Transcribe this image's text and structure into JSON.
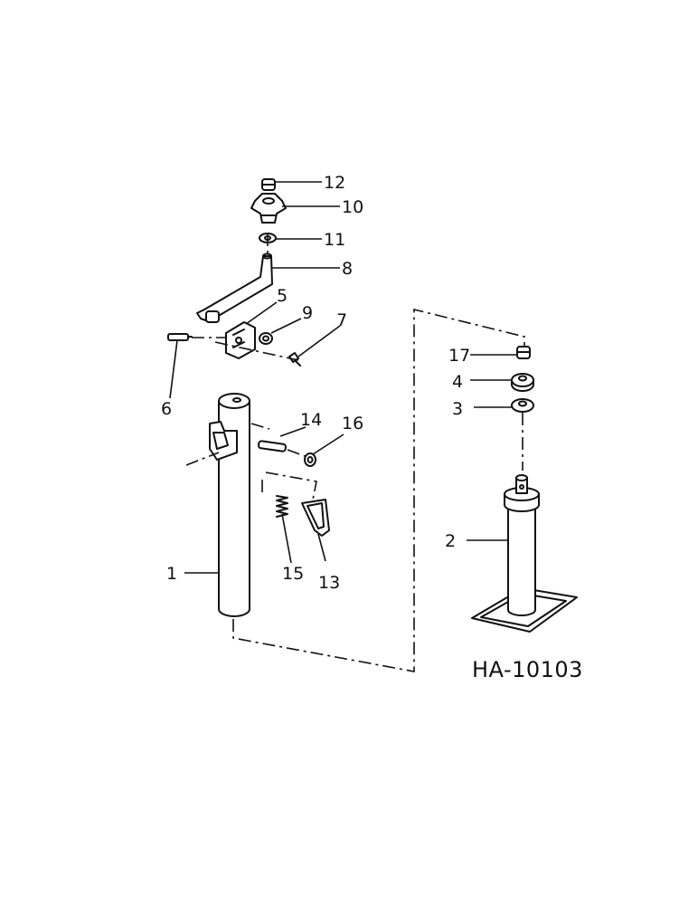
{
  "drawing_id": "HA-10103",
  "callouts": {
    "c1": "1",
    "c2": "2",
    "c3": "3",
    "c4": "4",
    "c5": "5",
    "c6": "6",
    "c7": "7",
    "c8": "8",
    "c9": "9",
    "c10": "10",
    "c11": "11",
    "c12": "12",
    "c13": "13",
    "c14": "14",
    "c15": "15",
    "c16": "16",
    "c17": "17"
  }
}
